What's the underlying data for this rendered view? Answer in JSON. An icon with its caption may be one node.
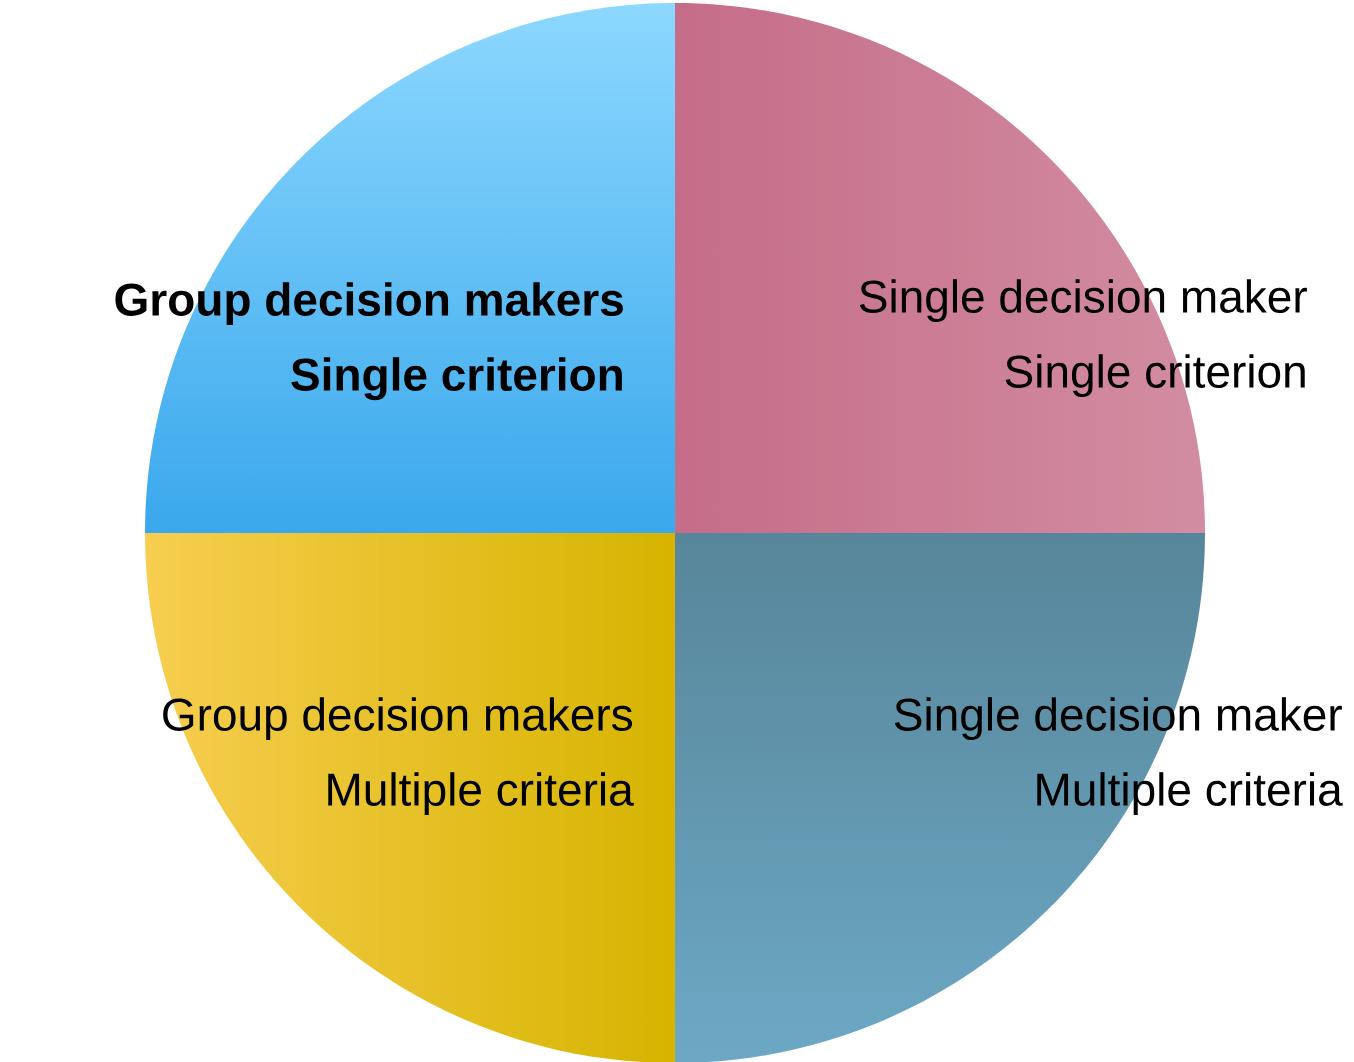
{
  "diagram": {
    "nodes": [
      {
        "text": [
          "Group decision makers",
          "Single criterion"
        ]
      },
      {
        "text": [
          "Single decision maker",
          "Single criterion"
        ]
      },
      {
        "text": [
          "Group decision makers",
          "Multiple criteria"
        ]
      },
      {
        "text": [
          "Single decision maker",
          "Multiple criteria"
        ]
      }
    ]
  }
}
